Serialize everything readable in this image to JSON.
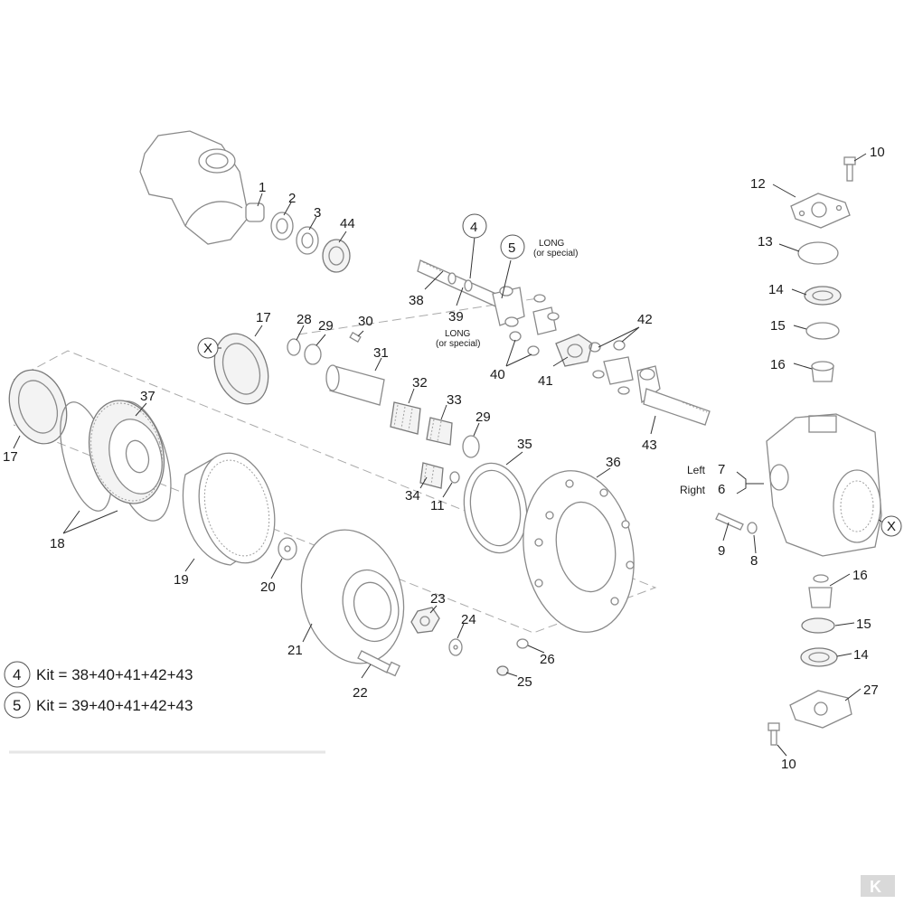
{
  "callouts": {
    "c1": "1",
    "c2": "2",
    "c3": "3",
    "c44": "44",
    "c4_top": "4",
    "c5_top": "5",
    "c38": "38",
    "c39": "39",
    "c40": "40",
    "c41": "41",
    "c42": "42",
    "c43": "43",
    "c17a": "17",
    "c17b": "17",
    "c28": "28",
    "c29a": "29",
    "c30": "30",
    "c31": "31",
    "c32": "32",
    "c33": "33",
    "c29b": "29",
    "c34": "34",
    "c11": "11",
    "c35": "35",
    "c36": "36",
    "c37": "37",
    "c18": "18",
    "c19": "19",
    "c20": "20",
    "c21": "21",
    "c22": "22",
    "c23": "23",
    "c24": "24",
    "c25": "25",
    "c26": "26",
    "c10a": "10",
    "c12": "12",
    "c13": "13",
    "c14a": "14",
    "c15a": "15",
    "c16a": "16",
    "c7": "7",
    "c6": "6",
    "c9": "9",
    "c8": "8",
    "c16b": "16",
    "c15b": "15",
    "c14b": "14",
    "c27": "27",
    "c10b": "10",
    "xa": "X",
    "xb": "X"
  },
  "notes": {
    "long_top": "LONG",
    "special_top": "(or special)",
    "long_mid": "LONG",
    "special_mid": "(or special)",
    "left": "Left",
    "right": "Right"
  },
  "kits": {
    "k4_num": "4",
    "k4_text": "Kit = 38+40+41+42+43",
    "k5_num": "5",
    "k5_text": "Kit = 39+40+41+42+43"
  },
  "logo_text": "K"
}
